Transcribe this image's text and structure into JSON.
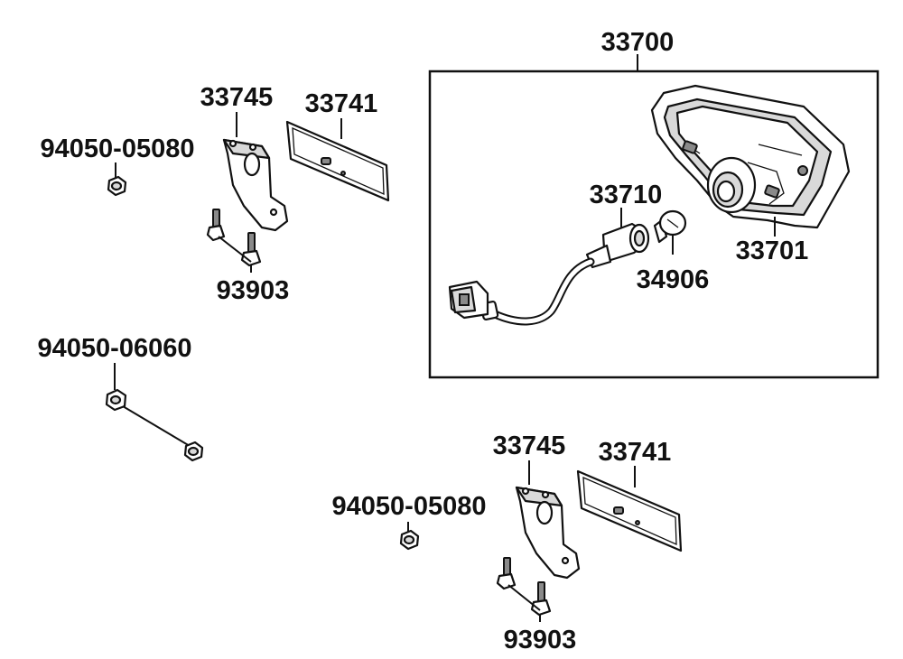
{
  "colors": {
    "ink": "#111111",
    "paper": "#ffffff",
    "shade": "#d9d9d9"
  },
  "labels": {
    "assembly": "33700",
    "bracket_top": "33745",
    "reflector_top": "33741",
    "nut_top": "94050-05080",
    "bolt_top": "93903",
    "nut_long": "94050-06060",
    "socket": "33710",
    "housing": "33701",
    "bulb": "34906",
    "bracket_bottom": "33745",
    "reflector_bottom": "33741",
    "nut_bottom": "94050-05080",
    "bolt_bottom": "93903"
  }
}
